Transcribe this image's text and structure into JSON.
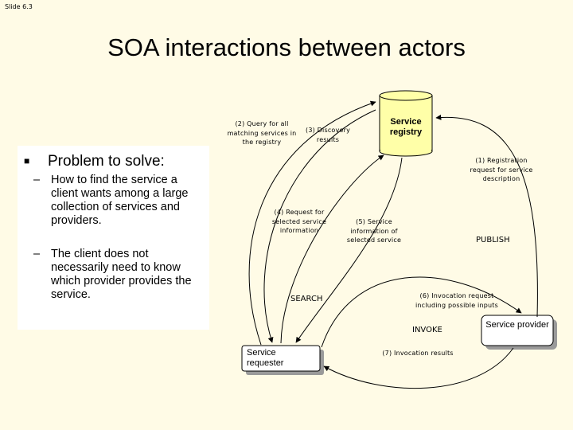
{
  "slide_number": "Slide 6.3",
  "title": "SOA interactions between actors",
  "bullet": {
    "heading": "Problem to solve:",
    "points": [
      "How to find the service a client wants among a large collection of services and providers.",
      "The client does not necessarily need to know which provider provides the service."
    ]
  },
  "nodes": {
    "registry": "Service registry",
    "provider": "Service provider",
    "requester": "Service requester"
  },
  "edge_labels": {
    "query": "(2) Query for all matching services in the registry",
    "discovery": "(3) Discovery results",
    "registration": "(1) Registration request for service description",
    "request": "(4) Request for selected service information",
    "service_info": "(5) Service information of selected service",
    "invocation_request": "(6) Invocation request including possible inputs",
    "invocation_results": "(7) Invocation results"
  },
  "phases": {
    "publish": "PUBLISH",
    "search": "SEARCH",
    "invoke": "INVOKE"
  },
  "colors": {
    "background": "#fffbe6",
    "registry_fill": "#ffffa8",
    "node_shadow": "#9a9a9a",
    "line": "#000000"
  }
}
